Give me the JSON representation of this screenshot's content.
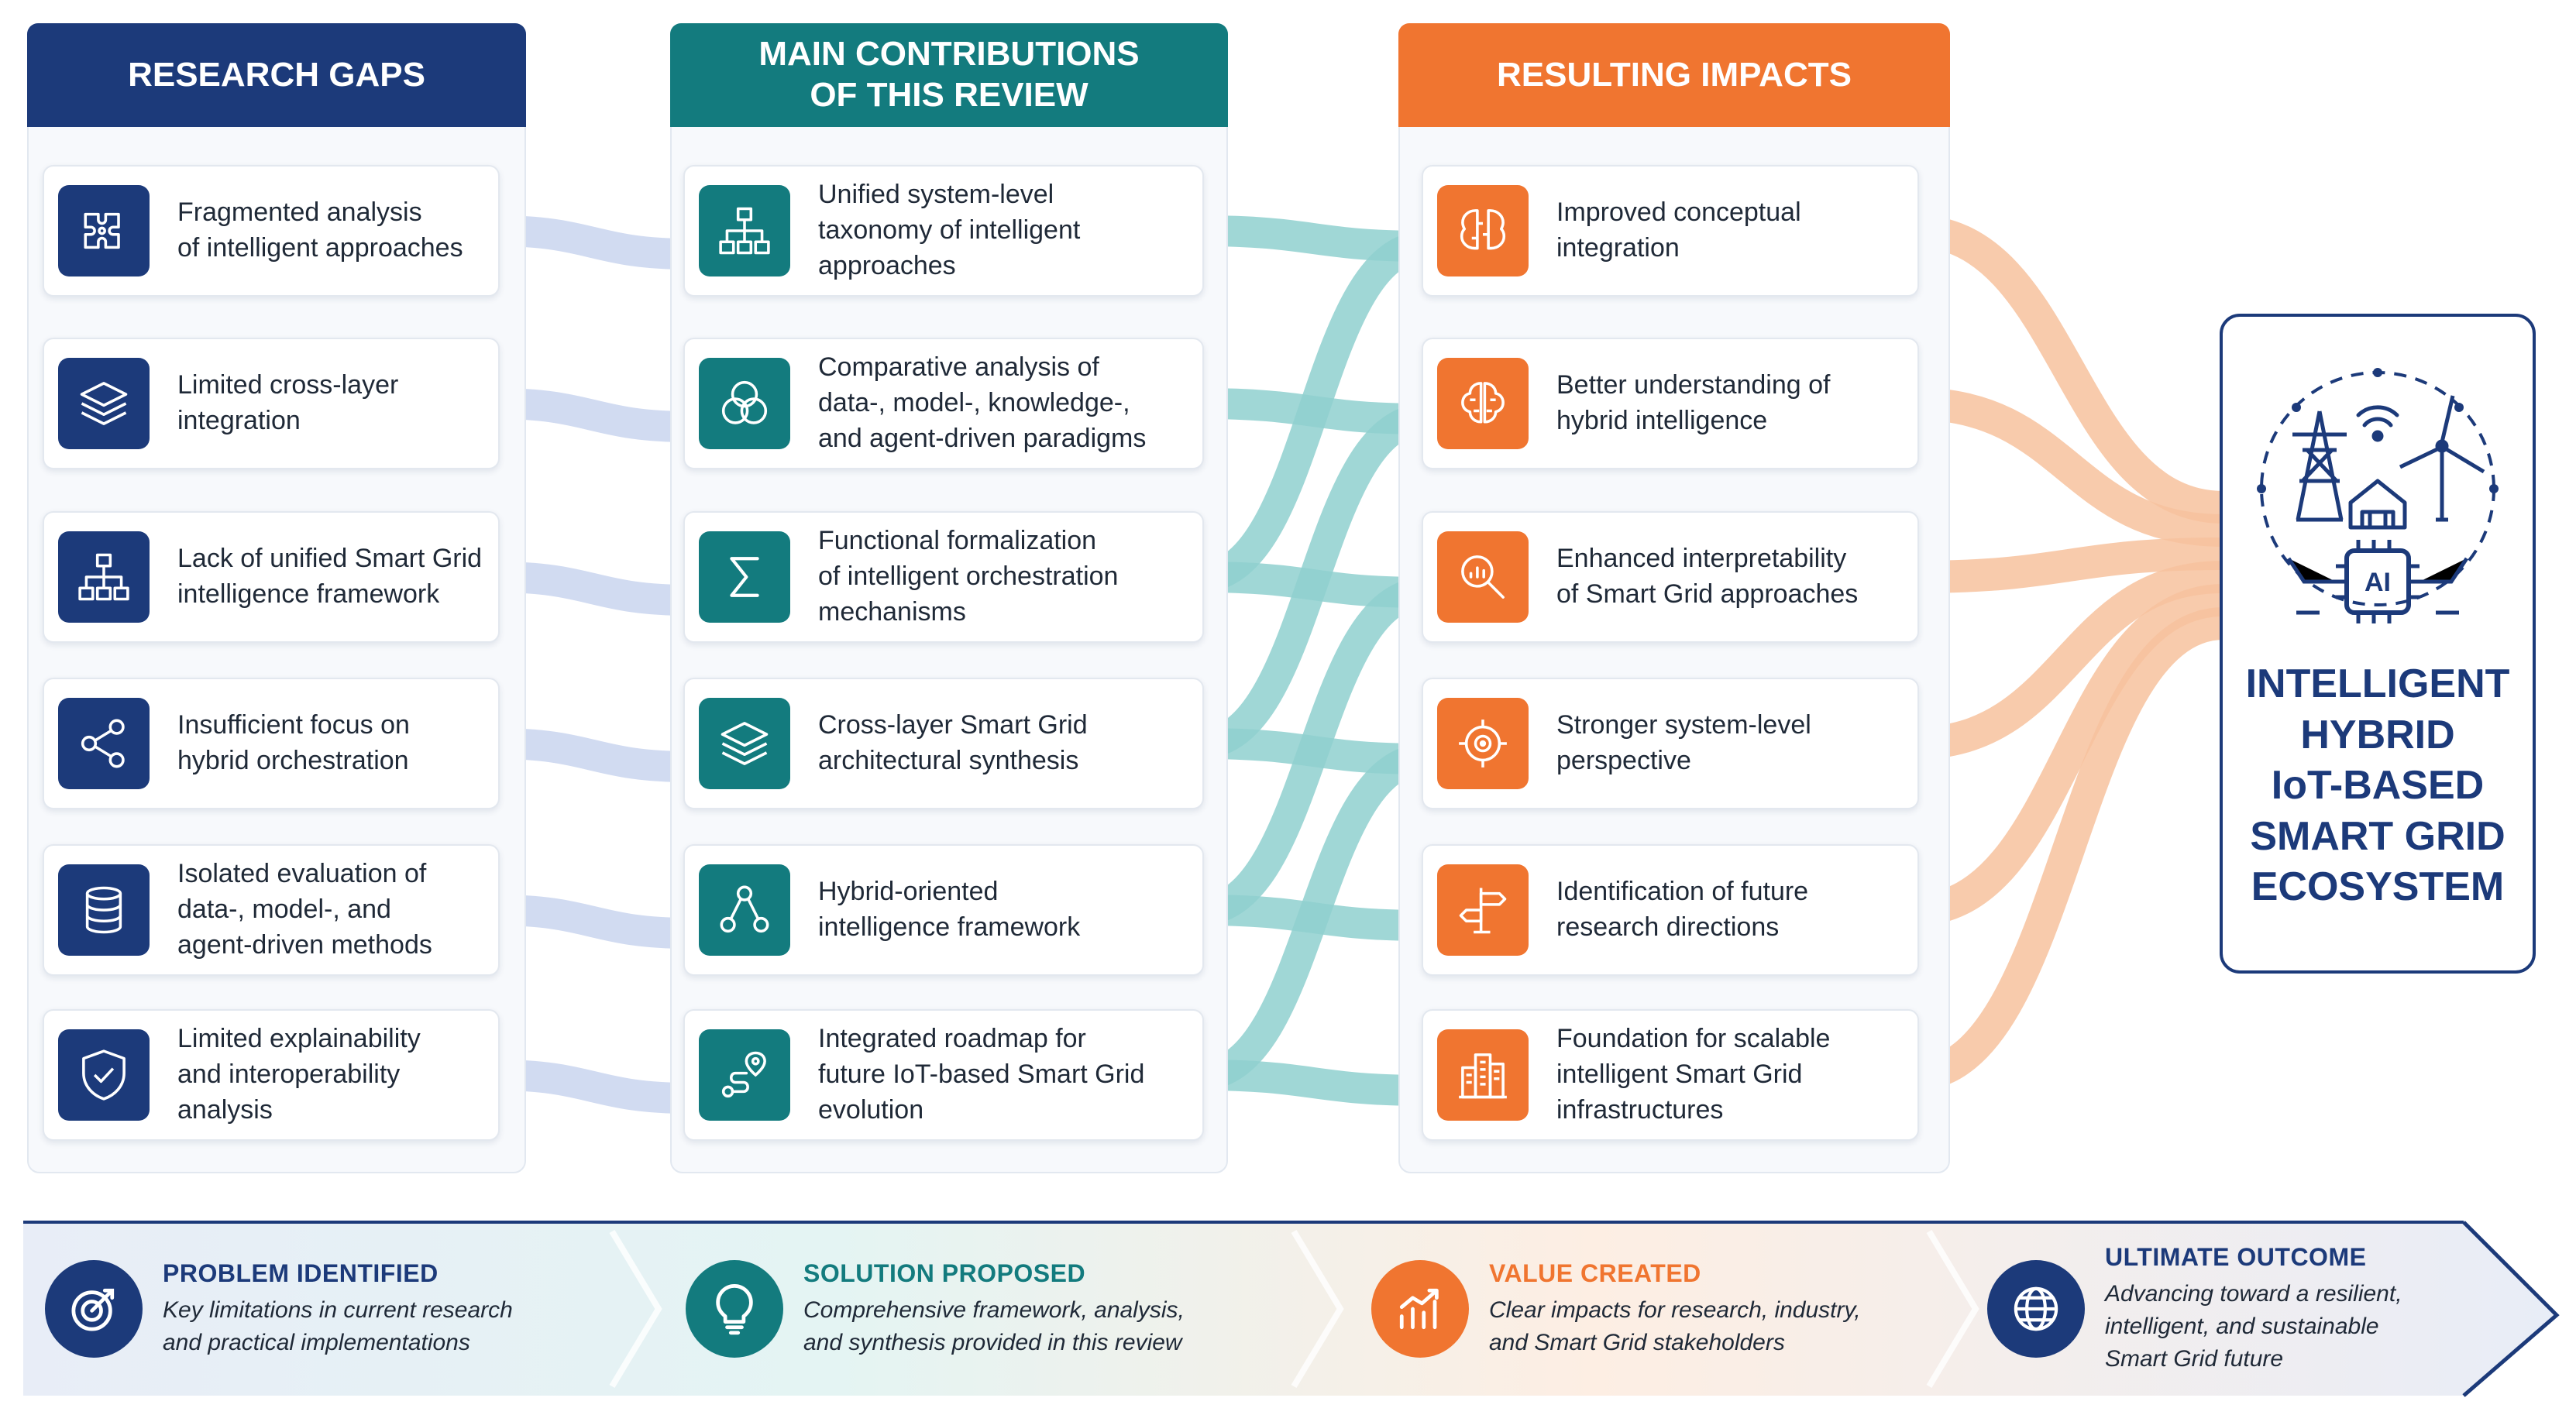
{
  "colors": {
    "navy": "#1c3a7a",
    "teal": "#137b7e",
    "orange": "#f07530",
    "link_gap": "#c9d5ee",
    "link_contrib": "#8fd0cf",
    "link_impact": "#f7c29d"
  },
  "columns": {
    "gaps": {
      "header": "RESEARCH GAPS",
      "items": [
        {
          "text": "Fragmented analysis\nof intelligent approaches",
          "icon": "puzzle-network-icon"
        },
        {
          "text": "Limited cross-layer\nintegration",
          "icon": "layers-icon"
        },
        {
          "text": "Lack of unified Smart Grid\nintelligence framework",
          "icon": "hierarchy-icon"
        },
        {
          "text": "Insufficient focus on\nhybrid orchestration",
          "icon": "share-nodes-icon"
        },
        {
          "text": "Isolated evaluation of\ndata-, model-, and\nagent-driven methods",
          "icon": "database-icon"
        },
        {
          "text": "Limited explainability\nand interoperability\nanalysis",
          "icon": "shield-check-icon"
        }
      ]
    },
    "contributions": {
      "header": "MAIN CONTRIBUTIONS\nOF THIS REVIEW",
      "items": [
        {
          "text": "Unified system-level\ntaxonomy of intelligent\napproaches",
          "icon": "taxonomy-icon"
        },
        {
          "text": "Comparative analysis of\ndata-, model-, knowledge-,\nand agent-driven paradigms",
          "icon": "venn-circles-icon"
        },
        {
          "text": "Functional formalization\nof intelligent orchestration\nmechanisms",
          "icon": "sigma-icon"
        },
        {
          "text": "Cross-layer Smart Grid\narchitectural synthesis",
          "icon": "layers-icon"
        },
        {
          "text": "Hybrid-oriented\nintelligence framework",
          "icon": "node-graph-icon"
        },
        {
          "text": "Integrated roadmap for\nfuture IoT-based Smart Grid\nevolution",
          "icon": "roadmap-pin-icon"
        }
      ]
    },
    "impacts": {
      "header": "RESULTING IMPACTS",
      "items": [
        {
          "text": "Improved conceptual\nintegration",
          "icon": "puzzle-brain-icon"
        },
        {
          "text": "Better understanding of\nhybrid intelligence",
          "icon": "brain-icon"
        },
        {
          "text": "Enhanced interpretability\nof Smart Grid approaches",
          "icon": "magnifier-chart-icon"
        },
        {
          "text": "Stronger system-level\nperspective",
          "icon": "target-icon"
        },
        {
          "text": "Identification of future\nresearch directions",
          "icon": "signpost-icon"
        },
        {
          "text": "Foundation for scalable\nintelligent Smart Grid\ninfrastructures",
          "icon": "buildings-icon"
        }
      ]
    }
  },
  "links": {
    "contribution_to_impact": [
      [
        0,
        0
      ],
      [
        1,
        1
      ],
      [
        2,
        0
      ],
      [
        2,
        2
      ],
      [
        3,
        1
      ],
      [
        3,
        3
      ],
      [
        4,
        2
      ],
      [
        4,
        4
      ],
      [
        5,
        3
      ],
      [
        5,
        5
      ]
    ]
  },
  "hub": {
    "title": "INTELLIGENT\nHYBRID\nIoT-BASED\nSMART GRID\nECOSYSTEM",
    "chip_label": "AI",
    "icons": [
      "power-tower-icon",
      "wifi-icon",
      "wind-turbine-icon",
      "house-icon",
      "ai-chip-icon"
    ]
  },
  "banner": {
    "stages": [
      {
        "title": "PROBLEM IDENTIFIED",
        "desc": "Key limitations in current research\nand practical implementations",
        "icon": "target-arrow-icon",
        "color": "#1c3a7a"
      },
      {
        "title": "SOLUTION PROPOSED",
        "desc": "Comprehensive framework, analysis,\nand synthesis provided in this review",
        "icon": "lightbulb-icon",
        "color": "#137b7e"
      },
      {
        "title": "VALUE CREATED",
        "desc": "Clear impacts for research, industry,\nand Smart Grid stakeholders",
        "icon": "growth-chart-icon",
        "color": "#f07530"
      },
      {
        "title": "ULTIMATE OUTCOME",
        "desc": "Advancing toward a resilient,\nintelligent, and sustainable\nSmart Grid future",
        "icon": "globe-icon",
        "color": "#1c3a7a"
      }
    ]
  }
}
